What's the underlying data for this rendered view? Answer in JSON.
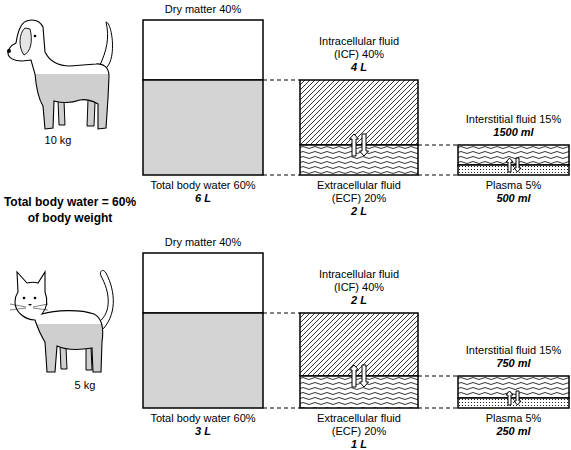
{
  "diagram": {
    "nodes": [
      {
        "text": [
          "Dry matter 40%"
        ]
      },
      {
        "text": [
          "Total body water 60%",
          "6 L"
        ]
      },
      {
        "text": [
          "Intracellular fluid (ICF) 40%",
          "4 L"
        ]
      },
      {
        "text": [
          "Extracellular fluid (ECF) 20%",
          "2 L"
        ]
      },
      {
        "text": [
          "Interstitial fluid 15%",
          "1500 ml"
        ]
      },
      {
        "text": [
          "Plasma 5%",
          "500 ml"
        ]
      },
      {
        "text": [
          "Dry matter 40%"
        ]
      },
      {
        "text": [
          "Total body water 60%",
          "3 L"
        ]
      },
      {
        "text": [
          "Intracellular fluid (ICF) 40%",
          "2 L"
        ]
      },
      {
        "text": [
          "Extracellular fluid (ECF) 20%",
          "1 L"
        ]
      },
      {
        "text": [
          "Interstitial fluid 15%",
          "750 ml"
        ]
      },
      {
        "text": [
          "Plasma 5%",
          "250 ml"
        ]
      }
    ],
    "edges": [
      {
        "from": 1,
        "to": 2,
        "arrow": "none"
      },
      {
        "from": 1,
        "to": 3,
        "arrow": "none"
      },
      {
        "from": 2,
        "to": 3,
        "arrow": "both"
      },
      {
        "from": 3,
        "to": 4,
        "arrow": "none"
      },
      {
        "from": 3,
        "to": 5,
        "arrow": "none"
      },
      {
        "from": 4,
        "to": 5,
        "arrow": "both"
      },
      {
        "from": 7,
        "to": 8,
        "arrow": "none"
      },
      {
        "from": 7,
        "to": 9,
        "arrow": "none"
      },
      {
        "from": 8,
        "to": 9,
        "arrow": "both"
      },
      {
        "from": 9,
        "to": 10,
        "arrow": "none"
      },
      {
        "from": 9,
        "to": 11,
        "arrow": "none"
      },
      {
        "from": 10,
        "to": 11,
        "arrow": "both"
      }
    ],
    "labels": [
      "10 kg",
      "Total body water = 60% of body weight",
      "5 kg"
    ]
  }
}
